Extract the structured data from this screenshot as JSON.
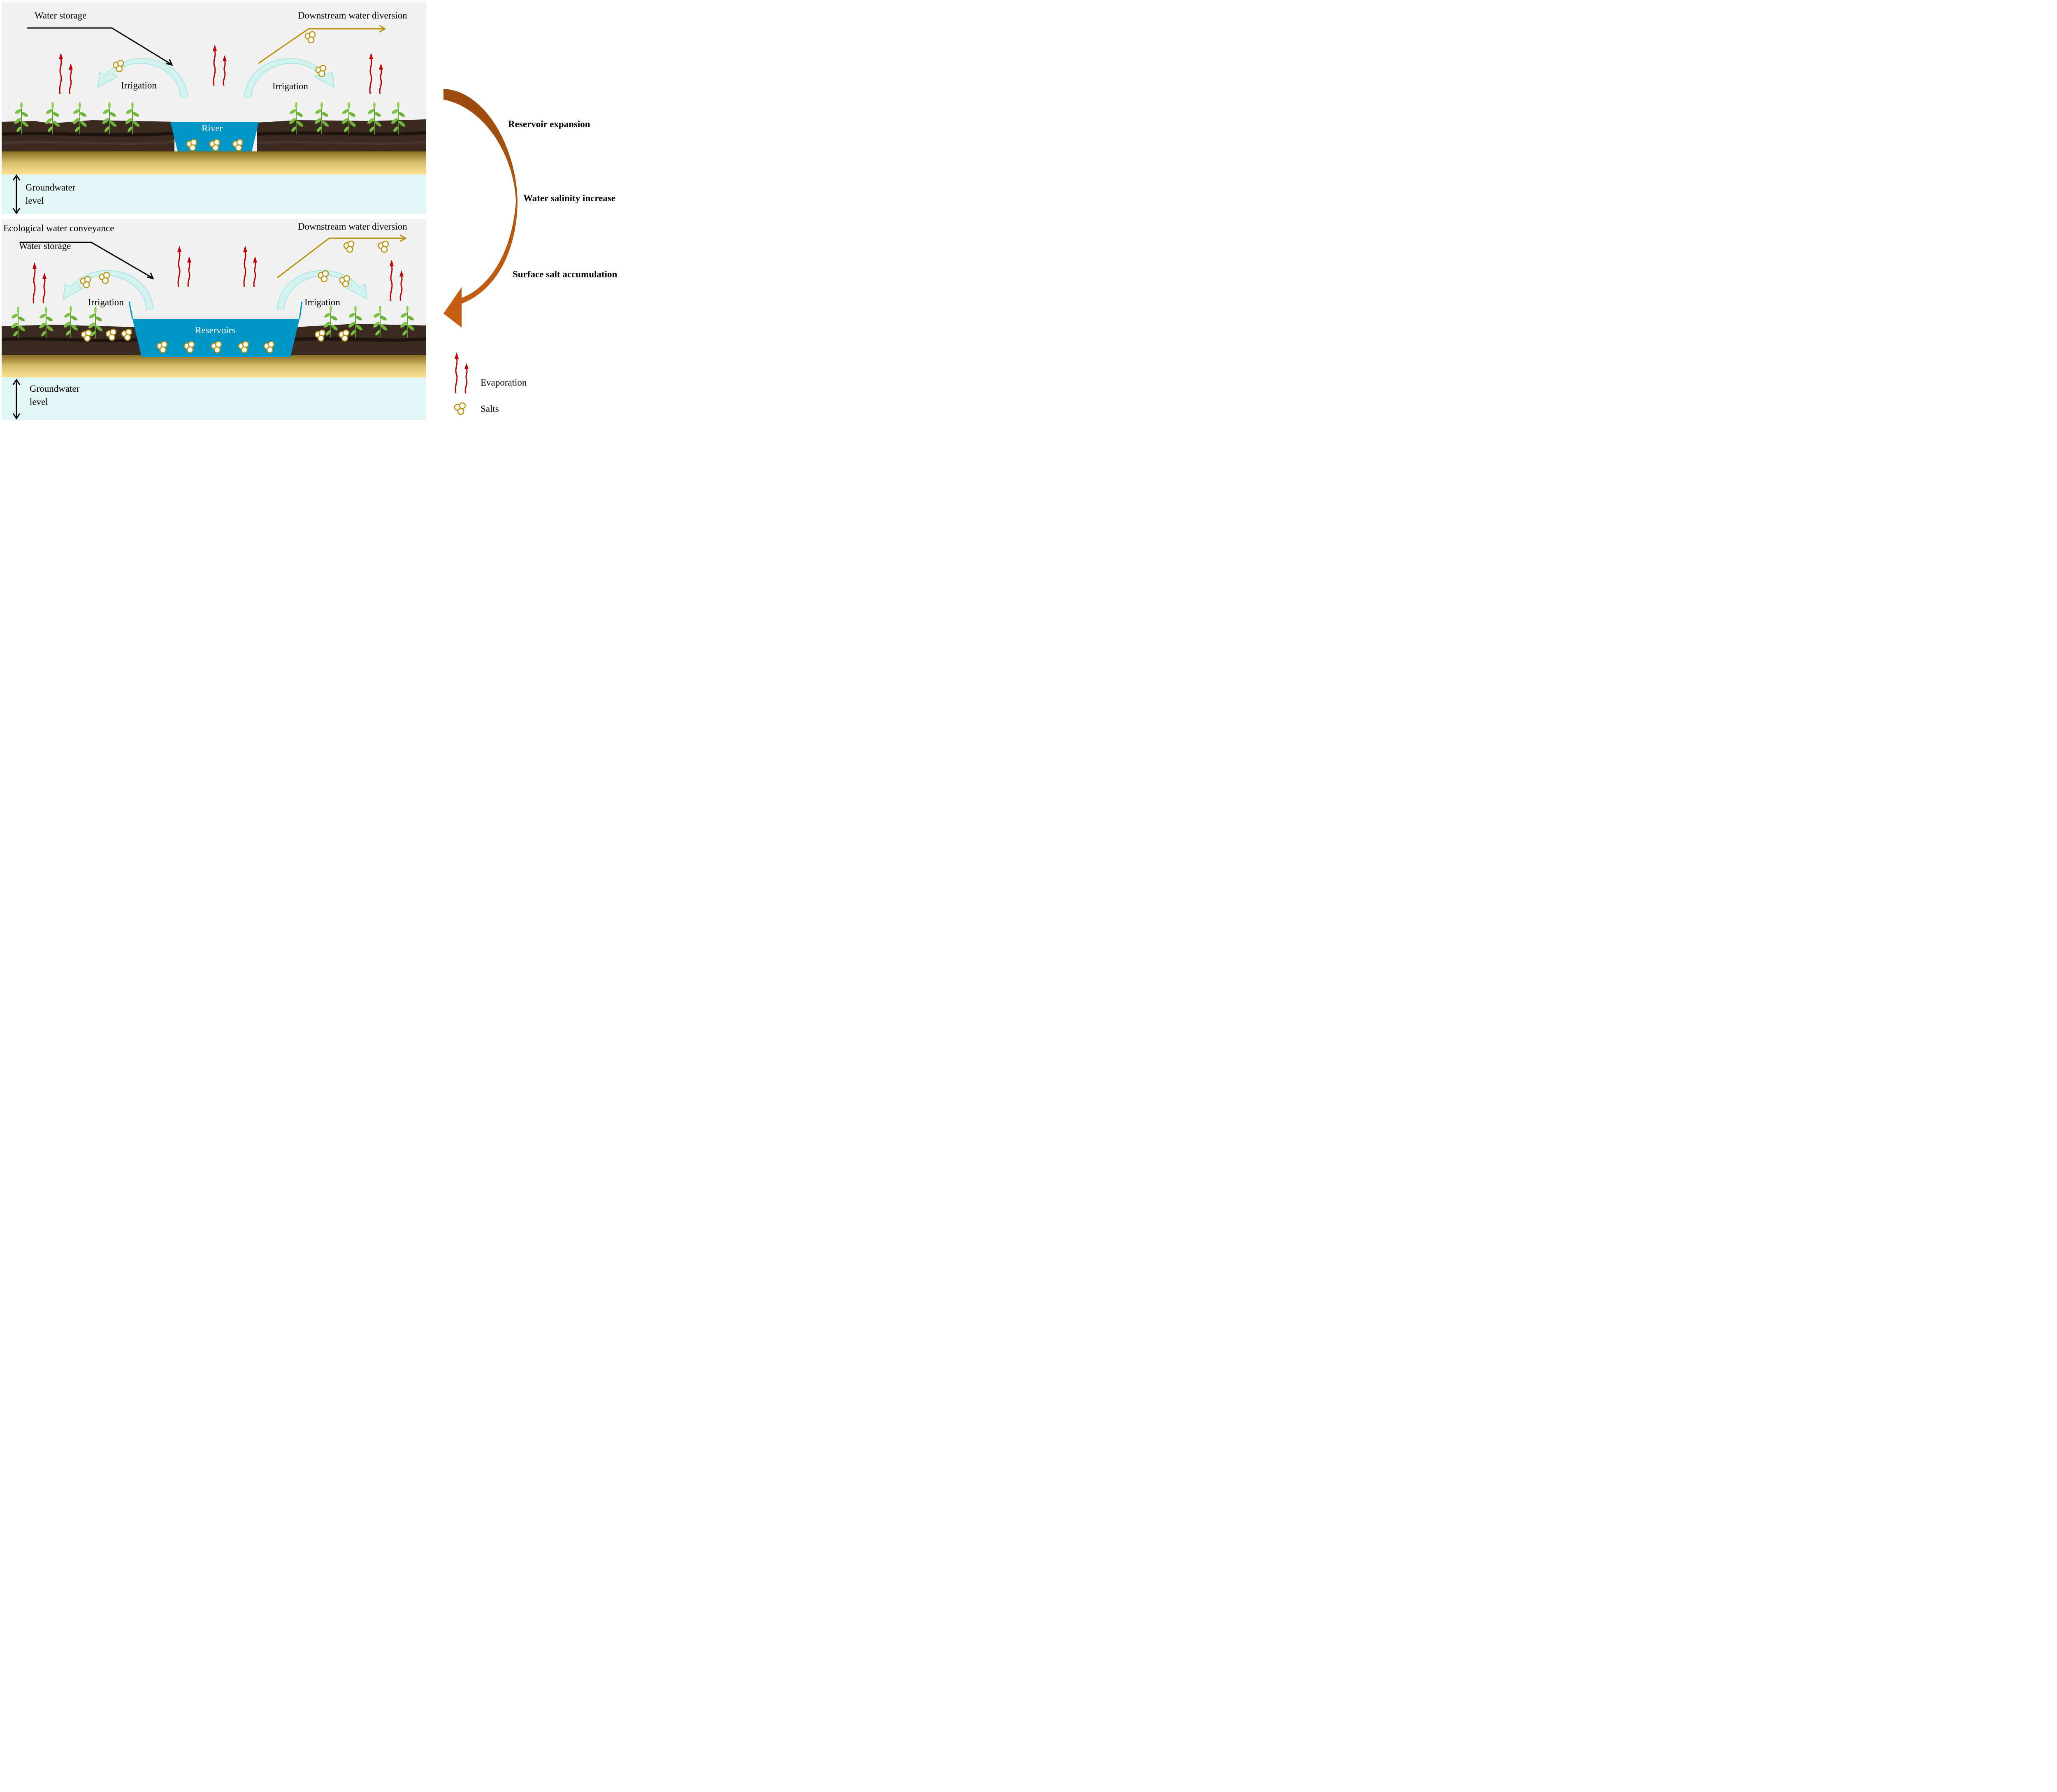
{
  "panels": {
    "top": {
      "water_storage": "Water storage",
      "downstream": "Downstream water diversion",
      "irrigation_left": "Irrigation",
      "irrigation_right": "Irrigation",
      "water_body": "River",
      "groundwater": [
        "Groundwater",
        "level"
      ]
    },
    "bottom": {
      "ecological": "Ecological water conveyance",
      "water_storage": "Water storage",
      "downstream": "Downstream water diversion",
      "irrigation_left": "Irrigation",
      "irrigation_right": "Irrigation",
      "water_body": "Reservoirs",
      "groundwater": [
        "Groundwater",
        "level"
      ]
    }
  },
  "process": {
    "steps": [
      "Reservoir expansion",
      "Water salinity increase",
      "Surface salt accumulation"
    ],
    "arrow_colors": {
      "start": "#9a4b0e",
      "end": "#c85f12"
    }
  },
  "legend": {
    "items": [
      {
        "icon": "evaporation-arrows-icon",
        "label": "Evaporation"
      },
      {
        "icon": "salts-icon",
        "label": "Salts"
      }
    ]
  },
  "colors": {
    "evaporation": "#c00000",
    "salt": "#b8900a",
    "water": "#0096c8",
    "irrigation": "#d3f2f0",
    "soil": "#3a2a20",
    "sand_top": "#8a6e22",
    "sand_bottom": "#fbe293",
    "groundwater": "#e2f6f5",
    "plant": "#7cc242"
  }
}
